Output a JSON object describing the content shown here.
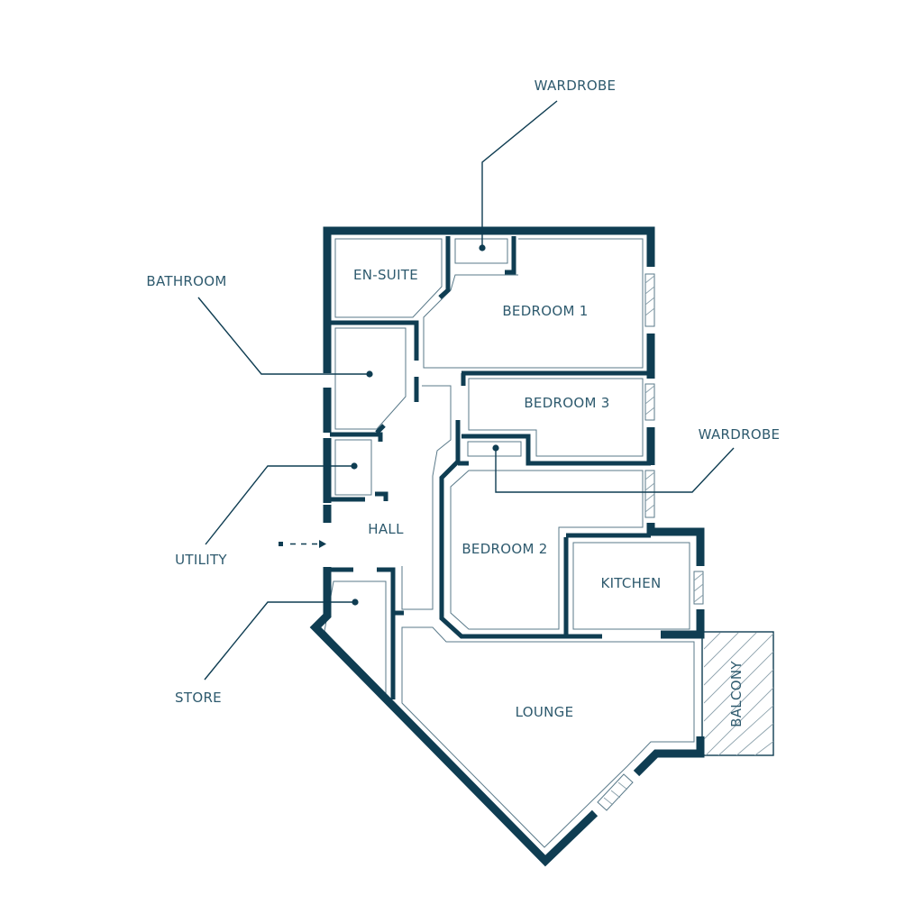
{
  "rooms": {
    "en_suite": "EN-SUITE",
    "bedroom_1": "BEDROOM 1",
    "bedroom_3": "BEDROOM 3",
    "bedroom_2": "BEDROOM 2",
    "hall": "HALL",
    "kitchen": "KITCHEN",
    "lounge": "LOUNGE",
    "balcony": "BALCONY"
  },
  "callouts": {
    "wardrobe_top": "WARDROBE",
    "wardrobe_right": "WARDROBE",
    "bathroom": "BATHROOM",
    "utility": "UTILITY",
    "store": "STORE"
  },
  "colors": {
    "wall": "#0f3d52",
    "text": "#2e5a6e",
    "background": "#ffffff"
  },
  "icons": {
    "entrance": "entrance-arrow-icon"
  }
}
